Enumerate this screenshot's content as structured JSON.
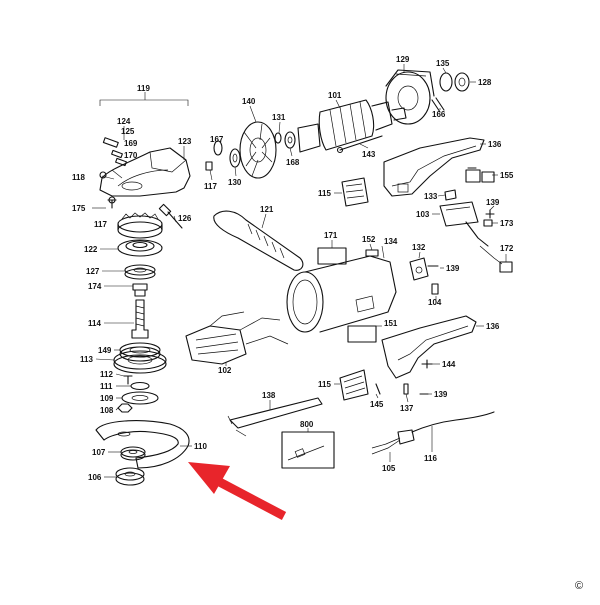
{
  "labels": [
    {
      "id": "l119",
      "text": "119"
    },
    {
      "id": "l124",
      "text": "124"
    },
    {
      "id": "l125",
      "text": "125"
    },
    {
      "id": "l169",
      "text": "169"
    },
    {
      "id": "l170",
      "text": "170"
    },
    {
      "id": "l123",
      "text": "123"
    },
    {
      "id": "l118",
      "text": "118"
    },
    {
      "id": "l175",
      "text": "175"
    },
    {
      "id": "l117a",
      "text": "117"
    },
    {
      "id": "l126",
      "text": "126"
    },
    {
      "id": "l122",
      "text": "122"
    },
    {
      "id": "l127",
      "text": "127"
    },
    {
      "id": "l174",
      "text": "174"
    },
    {
      "id": "l114",
      "text": "114"
    },
    {
      "id": "l149",
      "text": "149"
    },
    {
      "id": "l113",
      "text": "113"
    },
    {
      "id": "l112",
      "text": "112"
    },
    {
      "id": "l111",
      "text": "111"
    },
    {
      "id": "l109",
      "text": "109"
    },
    {
      "id": "l108",
      "text": "108"
    },
    {
      "id": "l110",
      "text": "110"
    },
    {
      "id": "l107",
      "text": "107"
    },
    {
      "id": "l106",
      "text": "106"
    },
    {
      "id": "l140",
      "text": "140"
    },
    {
      "id": "l131",
      "text": "131"
    },
    {
      "id": "l101",
      "text": "101"
    },
    {
      "id": "l129",
      "text": "129"
    },
    {
      "id": "l135",
      "text": "135"
    },
    {
      "id": "l128",
      "text": "128"
    },
    {
      "id": "l167",
      "text": "167"
    },
    {
      "id": "l130",
      "text": "130"
    },
    {
      "id": "l117b",
      "text": "117"
    },
    {
      "id": "l168",
      "text": "168"
    },
    {
      "id": "l143",
      "text": "143"
    },
    {
      "id": "l166",
      "text": "166"
    },
    {
      "id": "l136a",
      "text": "136"
    },
    {
      "id": "l115a",
      "text": "115"
    },
    {
      "id": "l155",
      "text": "155"
    },
    {
      "id": "l133",
      "text": "133"
    },
    {
      "id": "l103",
      "text": "103"
    },
    {
      "id": "l139a",
      "text": "139"
    },
    {
      "id": "l173",
      "text": "173"
    },
    {
      "id": "l172",
      "text": "172"
    },
    {
      "id": "l121",
      "text": "121"
    },
    {
      "id": "l171",
      "text": "171"
    },
    {
      "id": "l152",
      "text": "152"
    },
    {
      "id": "l134",
      "text": "134"
    },
    {
      "id": "l132",
      "text": "132"
    },
    {
      "id": "l139b",
      "text": "139"
    },
    {
      "id": "l104",
      "text": "104"
    },
    {
      "id": "l151",
      "text": "151"
    },
    {
      "id": "l136b",
      "text": "136"
    },
    {
      "id": "l102",
      "text": "102"
    },
    {
      "id": "l144",
      "text": "144"
    },
    {
      "id": "l115b",
      "text": "115"
    },
    {
      "id": "l145",
      "text": "145"
    },
    {
      "id": "l137",
      "text": "137"
    },
    {
      "id": "l139c",
      "text": "139"
    },
    {
      "id": "l138",
      "text": "138"
    },
    {
      "id": "l800",
      "text": "800"
    },
    {
      "id": "l105",
      "text": "105"
    },
    {
      "id": "l116",
      "text": "116"
    }
  ],
  "copyright": "©",
  "colors": {
    "ink": "#111111",
    "arrow": "#e8252b",
    "background": "#ffffff"
  }
}
